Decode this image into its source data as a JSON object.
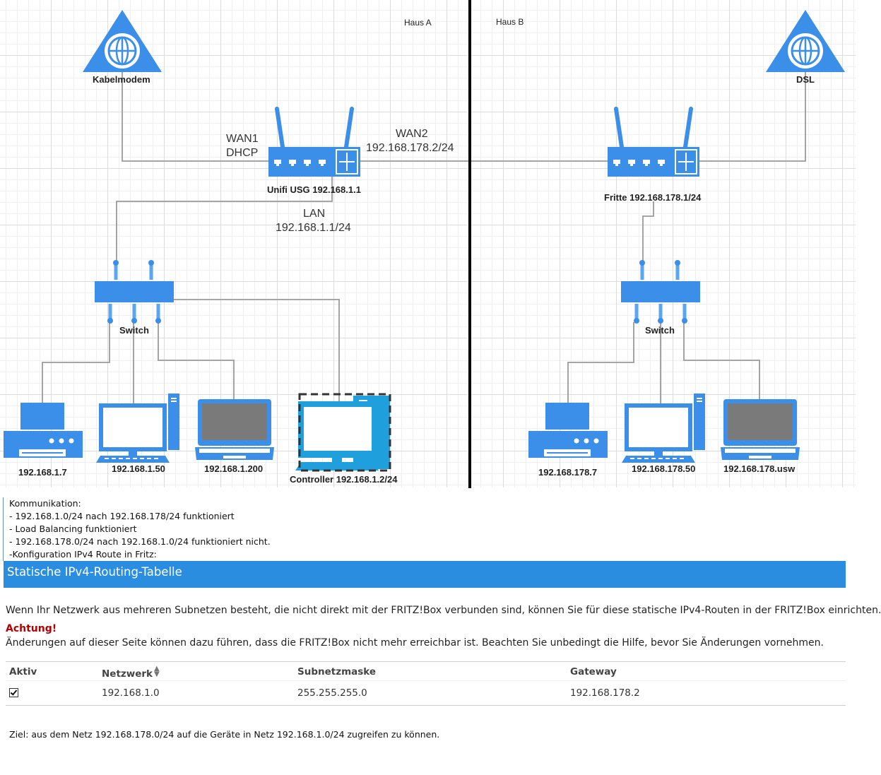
{
  "diagram": {
    "house_a": "Haus A",
    "house_b": "Haus B",
    "kabelmodem": "Kabelmodem",
    "dsl": "DSL",
    "wan1": [
      "WAN1",
      "DHCP"
    ],
    "wan2": [
      "WAN2",
      "192.168.178.2/24"
    ],
    "lan": [
      "LAN",
      "192.168.1.1/24"
    ],
    "usg": "Unifi USG 192.168.1.1",
    "fritte": "Fritte 192.168.178.1/24",
    "switch_a": "Switch",
    "switch_b": "Switch",
    "devices_a": {
      "printer": "192.168.1.7",
      "desktop": "192.168.1.50",
      "laptop": "192.168.1.200",
      "controller": "Controller 192.168.1.2/24"
    },
    "devices_b": {
      "printer": "192.168.178.7",
      "desktop": "192.168.178.50",
      "laptop": "192.168.178.usw"
    },
    "colors": {
      "device_blue": "#3b8fe8",
      "link_gray": "#9a9a9a",
      "controller_cyan": "#1fa0dc"
    }
  },
  "communication": {
    "title": "Kommunikation:",
    "lines": [
      "- 192.168.1.0/24 nach 192.168.178/24 funktioniert",
      "- Load Balancing funktioniert",
      "- 192.168.178.0/24 nach 192.168.1.0/24 funktioniert nicht.",
      "-Konfiguration IPv4 Route in Fritz:"
    ]
  },
  "fritz": {
    "header": "Statische IPv4-Routing-Tabelle",
    "intro": "Wenn Ihr Netzwerk aus mehreren Subnetzen besteht, die nicht direkt mit der FRITZ!Box verbunden sind, können Sie für diese statische IPv4-Routen in der FRITZ!Box einrichten.",
    "warning_title": "Achtung!",
    "warning_text": "Änderungen auf dieser Seite können dazu führen, dass die FRITZ!Box nicht mehr erreichbar ist. Beachten Sie unbedingt die Hilfe, bevor Sie Änderungen vornehmen.",
    "header_color": "#2b8de0",
    "table": {
      "columns": [
        "Aktiv",
        "Netzwerk",
        "Subnetzmaske",
        "Gateway"
      ],
      "rows": [
        {
          "active": true,
          "network": "192.168.1.0",
          "mask": "255.255.255.0",
          "gateway": "192.168.178.2"
        }
      ]
    }
  },
  "goal": "Ziel: aus dem Netz 192.168.178.0/24 auf die Geräte in Netz 192.168.1.0/24 zugreifen zu können."
}
